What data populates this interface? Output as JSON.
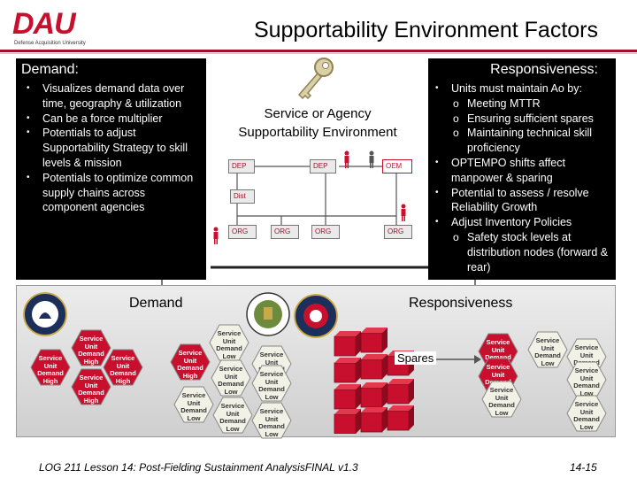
{
  "logo": {
    "letters": "DAU",
    "tagline": "Defense Acquisition University"
  },
  "title": "Supportability Environment Factors",
  "demand_panel": {
    "heading": "Demand:",
    "bullets": [
      "Visualizes demand data over time, geography & utilization",
      "Can be a force multiplier",
      "Potentials to adjust Supportability Strategy to skill levels & mission",
      "Potentials to optimize common supply chains across component agencies"
    ]
  },
  "responsiveness_panel": {
    "heading": "Responsiveness:",
    "bullets": [
      {
        "text": "Units must maintain Ao by:",
        "sub": [
          "Meeting MTTR",
          "Ensuring sufficient spares",
          "Maintaining technical skill proficiency"
        ]
      },
      {
        "text": "OPTEMPO shifts affect manpower & sparing",
        "sub": []
      },
      {
        "text": "Potential to assess / resolve Reliability Growth",
        "sub": []
      },
      {
        "text": "Adjust Inventory Policies",
        "sub": [
          "Safety stock levels at distribution nodes (forward & rear)"
        ]
      }
    ],
    "sub_marker": "o",
    "bullet_marker": "•"
  },
  "center": {
    "title_line1": "Service or Agency",
    "title_line2": "Supportability Environment",
    "boxes": [
      "DEP",
      "DEP",
      "OEM",
      "Dist",
      "ORG",
      "ORG",
      "ORG",
      "ORG"
    ],
    "key_icon": "key-icon"
  },
  "bottom": {
    "demand_label": "Demand",
    "responsiveness_label": "Responsiveness",
    "spares_label": "Spares",
    "demand_hexes": [
      [
        "Service",
        "Unit",
        "Demand",
        "High"
      ],
      [
        "Service",
        "Unit",
        "Demand",
        "High"
      ],
      [
        "Service",
        "Unit",
        "Demand",
        "High"
      ],
      [
        "Service",
        "Unit",
        "Demand",
        "High"
      ],
      [
        "Service",
        "Unit",
        "Demand",
        "High"
      ],
      [
        "Service",
        "Unit",
        "Demand",
        "Low"
      ],
      [
        "Service",
        "Unit",
        "Demand",
        "Low"
      ],
      [
        "Service",
        "Unit",
        "Demand",
        "Low"
      ],
      [
        "Service",
        "Unit",
        "Demand",
        "Low"
      ],
      [
        "Service",
        "Unit",
        "Demand",
        "Low"
      ],
      [
        "Service",
        "Unit",
        "Demand",
        "Low"
      ],
      [
        "Service",
        "Unit",
        "Demand",
        "Low"
      ]
    ],
    "resp_hexes": [
      [
        "Service",
        "Unit",
        "Demand",
        "High"
      ],
      [
        "Service",
        "Unit",
        "Demand",
        "High"
      ],
      [
        "Service",
        "Unit",
        "Demand",
        "Low"
      ],
      [
        "Service",
        "Unit",
        "Demand",
        "Low"
      ],
      [
        "Service",
        "Unit",
        "Demand",
        "Low"
      ],
      [
        "Service",
        "Unit",
        "Demand",
        "Low"
      ],
      [
        "Service",
        "Unit",
        "Demand",
        "Low"
      ]
    ],
    "colors": {
      "red": "#c8102e",
      "light": "#f1f1e6"
    }
  },
  "footer": {
    "left": "LOG 211 Lesson 14: Post-Fielding Sustainment AnalysisFINAL v1.3",
    "right": "14-15"
  }
}
